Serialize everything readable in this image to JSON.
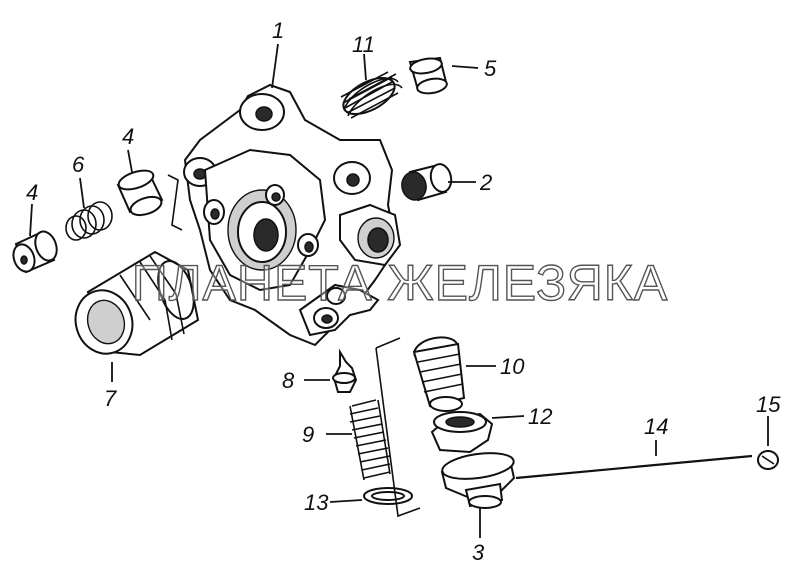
{
  "diagram": {
    "watermark": "ПЛАНЕТА ЖЕЛЕЗЯКА",
    "callouts": [
      {
        "id": "c1a",
        "part": "body",
        "label": "1"
      },
      {
        "id": "c11",
        "part": "spring",
        "label": "11"
      },
      {
        "id": "c5",
        "part": "cup",
        "label": "5"
      },
      {
        "id": "c2",
        "part": "cup",
        "label": "2"
      },
      {
        "id": "c4a",
        "part": "cup",
        "label": "4"
      },
      {
        "id": "c6",
        "part": "spring",
        "label": "6"
      },
      {
        "id": "c4b",
        "part": "cup",
        "label": "4"
      },
      {
        "id": "c7",
        "part": "sleeve",
        "label": "7"
      },
      {
        "id": "c8",
        "part": "valve",
        "label": "8"
      },
      {
        "id": "c10",
        "part": "fitting",
        "label": "10"
      },
      {
        "id": "c12",
        "part": "nut",
        "label": "12"
      },
      {
        "id": "c9",
        "part": "spring",
        "label": "9"
      },
      {
        "id": "c14",
        "part": "wire",
        "label": "14"
      },
      {
        "id": "c15",
        "part": "seal",
        "label": "15"
      },
      {
        "id": "c13",
        "part": "washer",
        "label": "13"
      },
      {
        "id": "c3",
        "part": "plug",
        "label": "3"
      }
    ]
  }
}
